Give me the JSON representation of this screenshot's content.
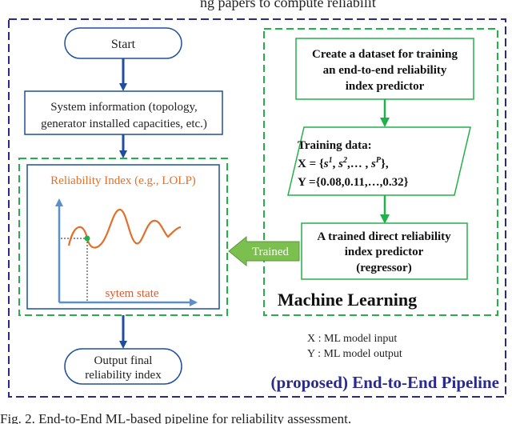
{
  "top_text_fragment": "ng papers to compute reliabilit",
  "caption_fragment": "Fig. 2.  End-to-End ML-based pipeline for reliability assessment.",
  "left_flow": {
    "start": "Start",
    "system_info": [
      "System information (topology,",
      "generator installed capacities, etc.)"
    ],
    "reliability_index_title": "Reliability Index (e.g., LOLP)",
    "x_axis_label": "sytem state",
    "output": [
      "Output final",
      "reliability index"
    ]
  },
  "ml_flow": {
    "create_dataset": [
      "Create a dataset for training",
      "an end-to-end reliability",
      "index predictor"
    ],
    "training_data_title": "Training data:",
    "training_x_prefix": "X = {",
    "training_x_vars": [
      "s",
      "s",
      "s"
    ],
    "training_x_sups": [
      "1",
      "2",
      "P"
    ],
    "training_x_sep": [
      ", ",
      ",… , ",
      "},"
    ],
    "training_y": "Y ={0.08,0.11,…,0.32}",
    "trained_predictor": [
      "A trained direct reliability",
      "index predictor",
      "(regressor)"
    ],
    "section_label": "Machine Learning"
  },
  "trained_arrow_label": "Trained",
  "legend": [
    "X : ML model input",
    "Y : ML model output"
  ],
  "pipeline_label": "(proposed) End-to-End Pipeline",
  "colors": {
    "blue": "#1f4e9e",
    "green": "#22b04b",
    "orange": "#e0702a",
    "steel": "#5b8fc9",
    "pipeline_text": "#2a2a8c"
  }
}
